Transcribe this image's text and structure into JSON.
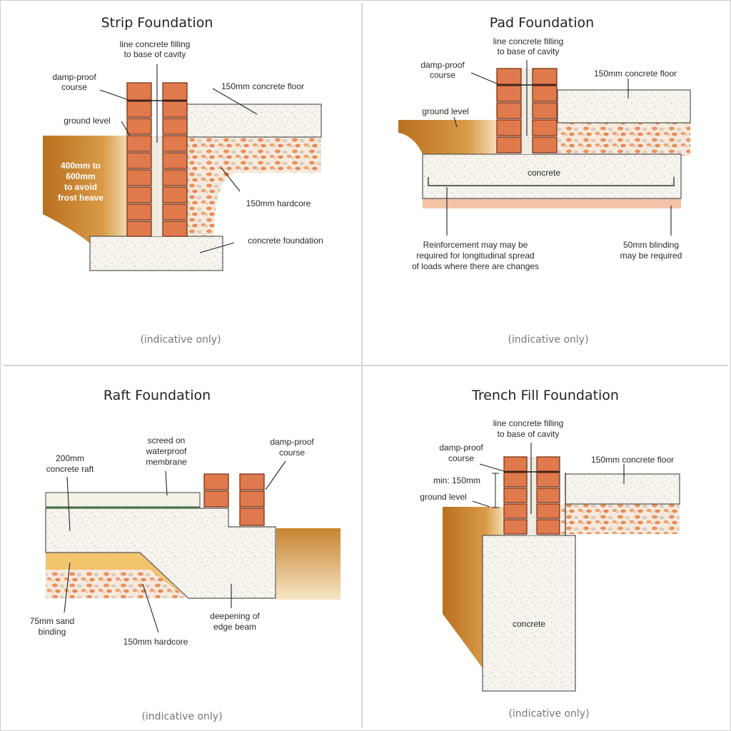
{
  "panels": {
    "strip": {
      "title": "Strip Foundation",
      "labels": {
        "cavity_fill_1": "line concrete filling",
        "cavity_fill_2": "to base of cavity",
        "dpc_1": "damp-proof",
        "dpc_2": "course",
        "floor": "150mm concrete floor",
        "ground": "ground level",
        "depth_1": "400mm to",
        "depth_2": "600mm",
        "depth_3": "to avoid",
        "depth_4": "frost heave",
        "hardcore": "150mm hardcore",
        "foundation": "concrete foundation"
      },
      "note": "(indicative only)"
    },
    "pad": {
      "title": "Pad Foundation",
      "labels": {
        "cavity_fill_1": "line concrete filling",
        "cavity_fill_2": "to base of cavity",
        "dpc_1": "damp-proof",
        "dpc_2": "course",
        "floor": "150mm concrete floor",
        "ground": "ground level",
        "concrete": "concrete",
        "reinf_1": "Reinforcement may may be",
        "reinf_2": "required for longitudinal spread",
        "reinf_3": "of loads where there are changes",
        "blinding_1": "50mm blinding",
        "blinding_2": "may be required"
      },
      "note": "(indicative only)"
    },
    "raft": {
      "title": "Raft Foundation",
      "labels": {
        "screed_1": "screed on",
        "screed_2": "waterproof",
        "screed_3": "membrane",
        "raft_1": "200mm",
        "raft_2": "concrete raft",
        "dpc_1": "damp-proof",
        "dpc_2": "course",
        "sand_1": "75mm sand",
        "sand_2": "binding",
        "hardcore": "150mm hardcore",
        "beam_1": "deepening of",
        "beam_2": "edge beam"
      },
      "note": "(indicative only)"
    },
    "trench": {
      "title": "Trench Fill Foundation",
      "labels": {
        "cavity_fill_1": "line concrete filling",
        "cavity_fill_2": "to base of cavity",
        "dpc_1": "damp-proof",
        "dpc_2": "course",
        "min": "min: 150mm",
        "ground": "ground level",
        "floor": "150mm concrete floor",
        "concrete": "concrete"
      },
      "note": "(indicative only)"
    }
  },
  "colors": {
    "brick": "#e07a4c",
    "soil": "#c47a2a",
    "sand": "#f2c46e",
    "concrete": "#f5f3ec"
  }
}
